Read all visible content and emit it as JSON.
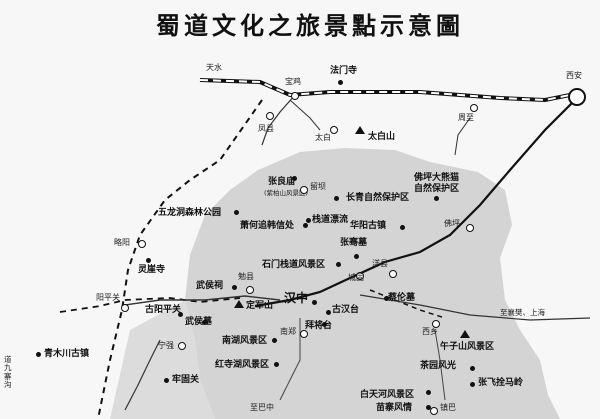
{
  "title": "蜀道文化之旅景點示意圖",
  "cities": {
    "xian": "西安",
    "baoji": "宝鸡",
    "tianshui": "天水",
    "hanzhong": "汉中"
  },
  "towns": {
    "fengxian": "凤县",
    "taibai": "太白",
    "huxian": "周至",
    "liuba": "留坝",
    "yangxian": "洋县",
    "foping": "佛坪",
    "lueyang": "略阳",
    "mianxian": "勉县",
    "chenggu": "城固",
    "nanzheng": "南郑",
    "ningqiang": "宁强",
    "xixiang": "西乡",
    "yangpingguan": "阳平关",
    "zhenba": "镇巴",
    "zhiping": "至巴中",
    "sichuan_side": "道九寨沟"
  },
  "sights": {
    "famensi": "法门寺",
    "taibaishan": "太白山",
    "zhangliangmiao": "张良庙",
    "zhangliang_sub": "(紫柏山风景区)",
    "changqing": "长青自然保护区",
    "foping_panda": "佛坪大熊猫",
    "foping_panda2": "自然保护区",
    "wulongdong": "五龙洞森林公园",
    "xiaohe": "萧何追韩信处",
    "zhandao": "栈道漂流",
    "huayang": "华阳古镇",
    "lingyasi": "灵崖寺",
    "shimen": "石门栈道风景区",
    "zhangqianmu": "张骞墓",
    "wuhouci": "武侯祠",
    "dingjunshan": "定军山",
    "cailunmu": "蔡伦墓",
    "guhanta": "古汉台",
    "baijiangtai": "拜将台",
    "gulongguan": "古阳平关",
    "wuhoumu": "武侯墓",
    "nanhu": "南湖风景区",
    "wuziShan": "午子山风景区",
    "hongsihu": "红寺湖风景区",
    "chashan": "茶园风光",
    "zhangfeiChuan": "张飞拴马岭",
    "qingmuchuan": "青木川古镇",
    "laoguan": "牢固关",
    "baishuijiang": "白天河风景区",
    "miaozhai": "苗寨风情"
  },
  "routes": {
    "east": "至襄樊、上海"
  }
}
